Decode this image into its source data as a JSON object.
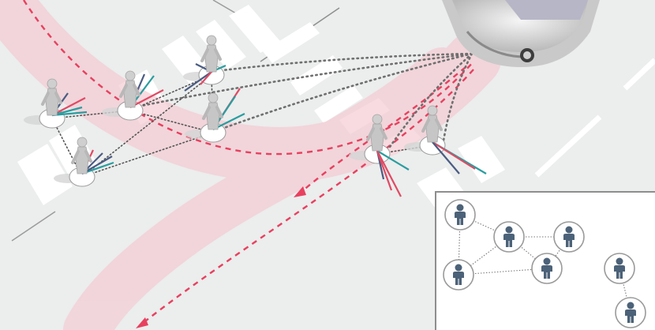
{
  "colors": {
    "background": "#eceded",
    "road_marking": "#ffffff",
    "curb_line": "#8f8f8f",
    "car_path": "#e8405f",
    "car_path_band": "#f4c6ce",
    "interaction_link": "#6f6f6f",
    "pedestrian": "#c9c9c9",
    "prediction_teal": "#2a9d9f",
    "prediction_navy": "#4a5c82",
    "prediction_red": "#e04a63",
    "graph_node_ring": "#9a9a9a",
    "graph_person_icon": "#4c6278",
    "graph_edge": "#7a7a7a"
  },
  "scene": {
    "vehicle": {
      "icon": "car-icon"
    },
    "pedestrians": [
      {
        "id": "p1",
        "icon": "pedestrian-icon"
      },
      {
        "id": "p2",
        "icon": "pedestrian-icon"
      },
      {
        "id": "p3",
        "icon": "pedestrian-icon"
      },
      {
        "id": "p4",
        "icon": "pedestrian-icon"
      },
      {
        "id": "p5",
        "icon": "pedestrian-icon"
      },
      {
        "id": "p6",
        "icon": "pedestrian-icon"
      },
      {
        "id": "p7",
        "icon": "pedestrian-icon"
      }
    ],
    "pedestrian_links": [
      [
        "p1",
        "p2"
      ],
      [
        "p1",
        "p3"
      ],
      [
        "p2",
        "p4"
      ],
      [
        "p3",
        "p4"
      ],
      [
        "p3",
        "p5"
      ],
      [
        "p2",
        "p5"
      ],
      [
        "p4",
        "p5"
      ],
      [
        "p6",
        "p7"
      ]
    ],
    "vehicle_links": [
      "p3",
      "p4",
      "p5",
      "p6",
      "p7"
    ]
  },
  "graph": {
    "nodes": [
      {
        "id": "n1",
        "icon": "person-icon"
      },
      {
        "id": "n2",
        "icon": "person-icon"
      },
      {
        "id": "n3",
        "icon": "person-icon"
      },
      {
        "id": "n4",
        "icon": "person-icon"
      },
      {
        "id": "n5",
        "icon": "person-icon"
      },
      {
        "id": "n6",
        "icon": "person-icon"
      },
      {
        "id": "n7",
        "icon": "person-icon"
      }
    ],
    "edges": [
      [
        "n1",
        "n2"
      ],
      [
        "n1",
        "n4"
      ],
      [
        "n2",
        "n3"
      ],
      [
        "n2",
        "n4"
      ],
      [
        "n2",
        "n5"
      ],
      [
        "n3",
        "n5"
      ],
      [
        "n4",
        "n5"
      ],
      [
        "n6",
        "n7"
      ]
    ]
  }
}
